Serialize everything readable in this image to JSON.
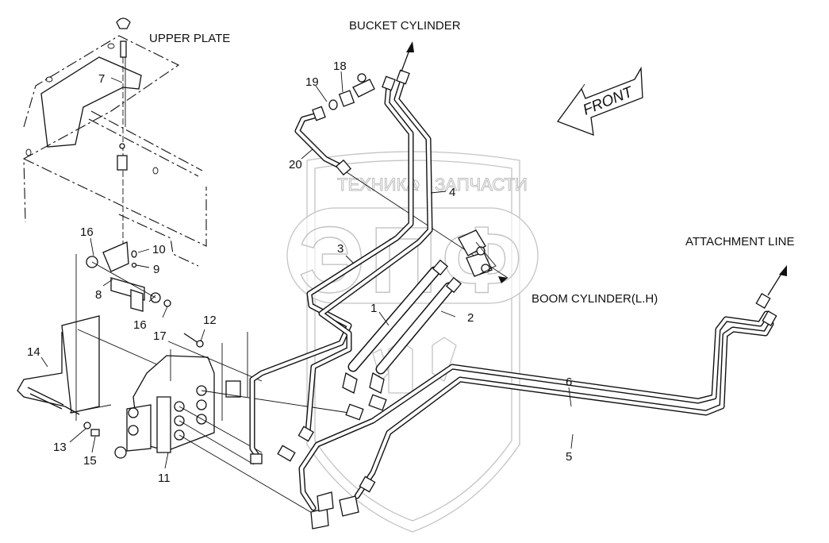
{
  "diagram": {
    "title": "Control valve hydraulic piping",
    "labels": {
      "upper_plate": "UPPER PLATE",
      "bucket_cylinder": "BUCKET CYLINDER",
      "front": "FRONT",
      "attachment_line": "ATTACHMENT LINE",
      "boom_cylinder": "BOOM CYLINDER(L.H)"
    },
    "watermark": {
      "left_word": "ТЕХНИКА",
      "right_word": "ЗАПЧАСТИ",
      "logo": "ЭПФ",
      "color": "#c4c4c4"
    },
    "callouts": [
      {
        "id": "1",
        "text": "1"
      },
      {
        "id": "2",
        "text": "2"
      },
      {
        "id": "3",
        "text": "3"
      },
      {
        "id": "4",
        "text": "4"
      },
      {
        "id": "5",
        "text": "5"
      },
      {
        "id": "6",
        "text": "6"
      },
      {
        "id": "7",
        "text": "7"
      },
      {
        "id": "8",
        "text": "8"
      },
      {
        "id": "9",
        "text": "9"
      },
      {
        "id": "10",
        "text": "10"
      },
      {
        "id": "11",
        "text": "11"
      },
      {
        "id": "12",
        "text": "12"
      },
      {
        "id": "13",
        "text": "13"
      },
      {
        "id": "14",
        "text": "14"
      },
      {
        "id": "15",
        "text": "15"
      },
      {
        "id": "16a",
        "text": "16"
      },
      {
        "id": "16b",
        "text": "16"
      },
      {
        "id": "17",
        "text": "17"
      },
      {
        "id": "18",
        "text": "18"
      },
      {
        "id": "19",
        "text": "19"
      },
      {
        "id": "20",
        "text": "20"
      }
    ]
  }
}
